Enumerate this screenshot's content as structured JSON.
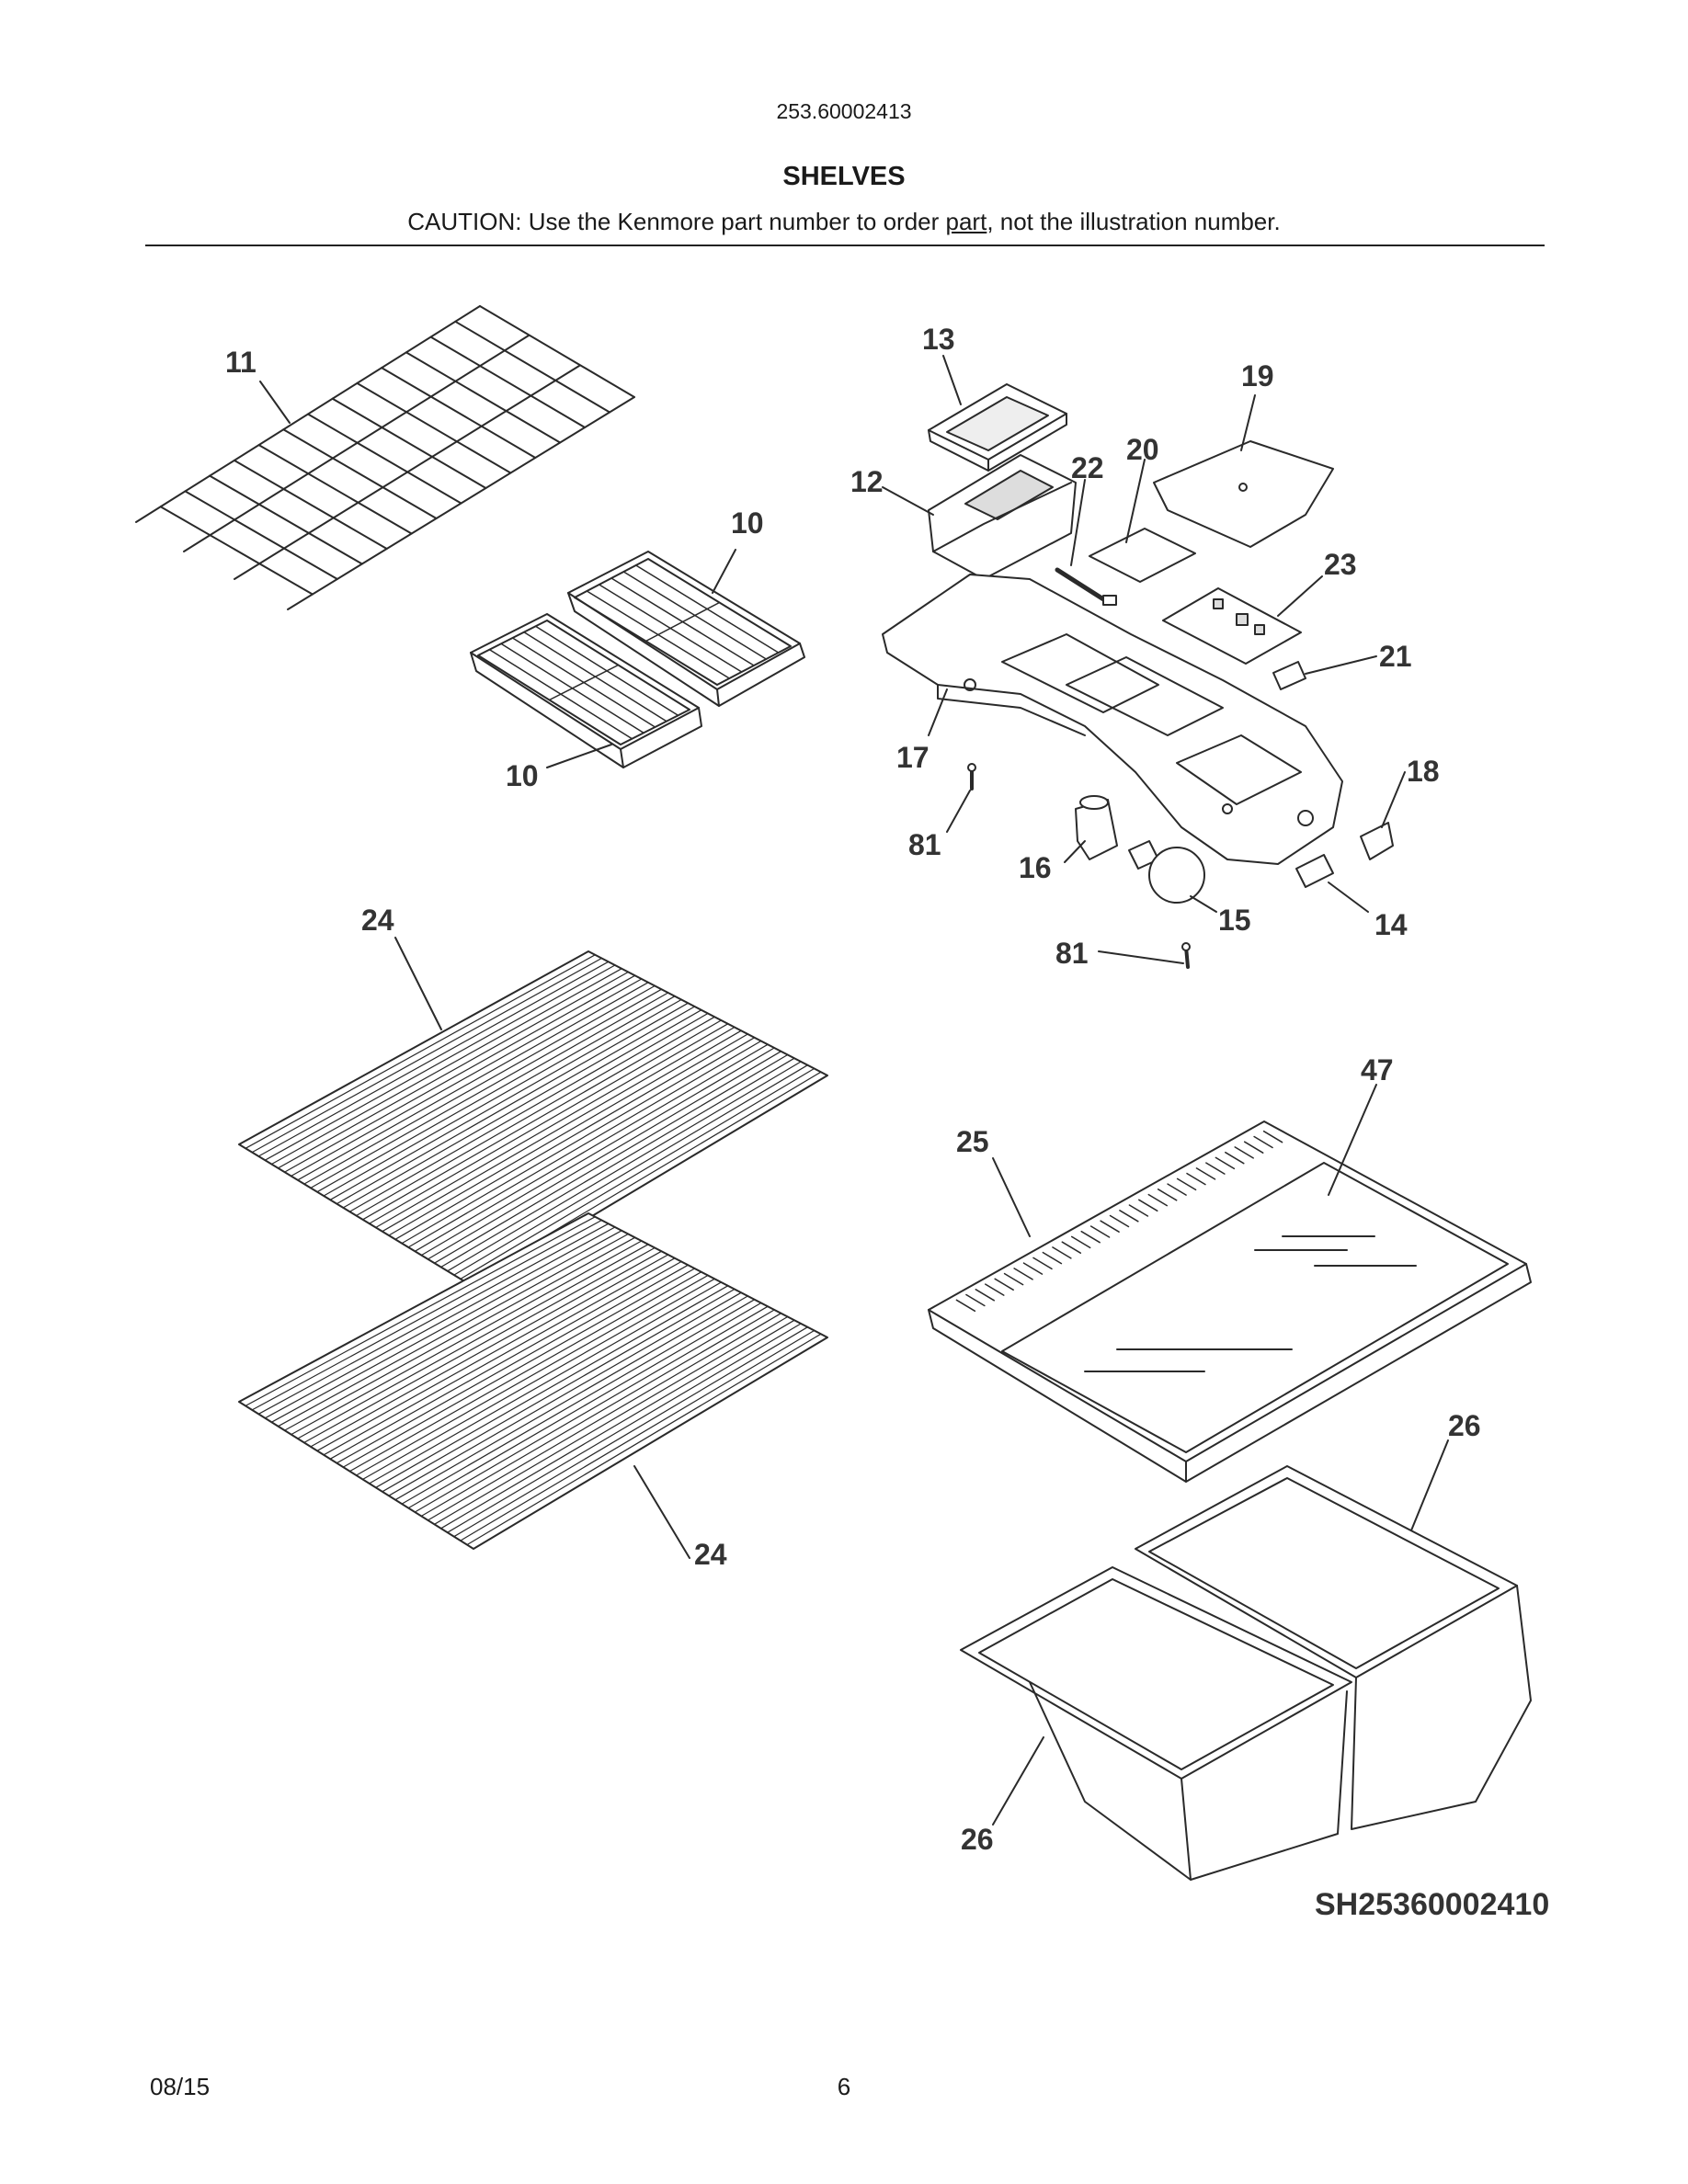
{
  "header": {
    "model_number": "253.60002413",
    "section_title": "SHELVES",
    "caution_prefix": "CAUTION: Use the Kenmore part number to order ",
    "caution_underlined": "part",
    "caution_suffix": ", not the illustration number."
  },
  "callouts": {
    "c11": "11",
    "c10a": "10",
    "c10b": "10",
    "c13": "13",
    "c19": "19",
    "c12": "12",
    "c22": "22",
    "c20": "20",
    "c23": "23",
    "c21": "21",
    "c17": "17",
    "c18": "18",
    "c81a": "81",
    "c16": "16",
    "c15": "15",
    "c14": "14",
    "c81b": "81",
    "c24a": "24",
    "c24b": "24",
    "c47": "47",
    "c25": "25",
    "c26a": "26",
    "c26b": "26"
  },
  "figure_id": "SH25360002410",
  "footer": {
    "date": "08/15",
    "page_number": "6"
  }
}
